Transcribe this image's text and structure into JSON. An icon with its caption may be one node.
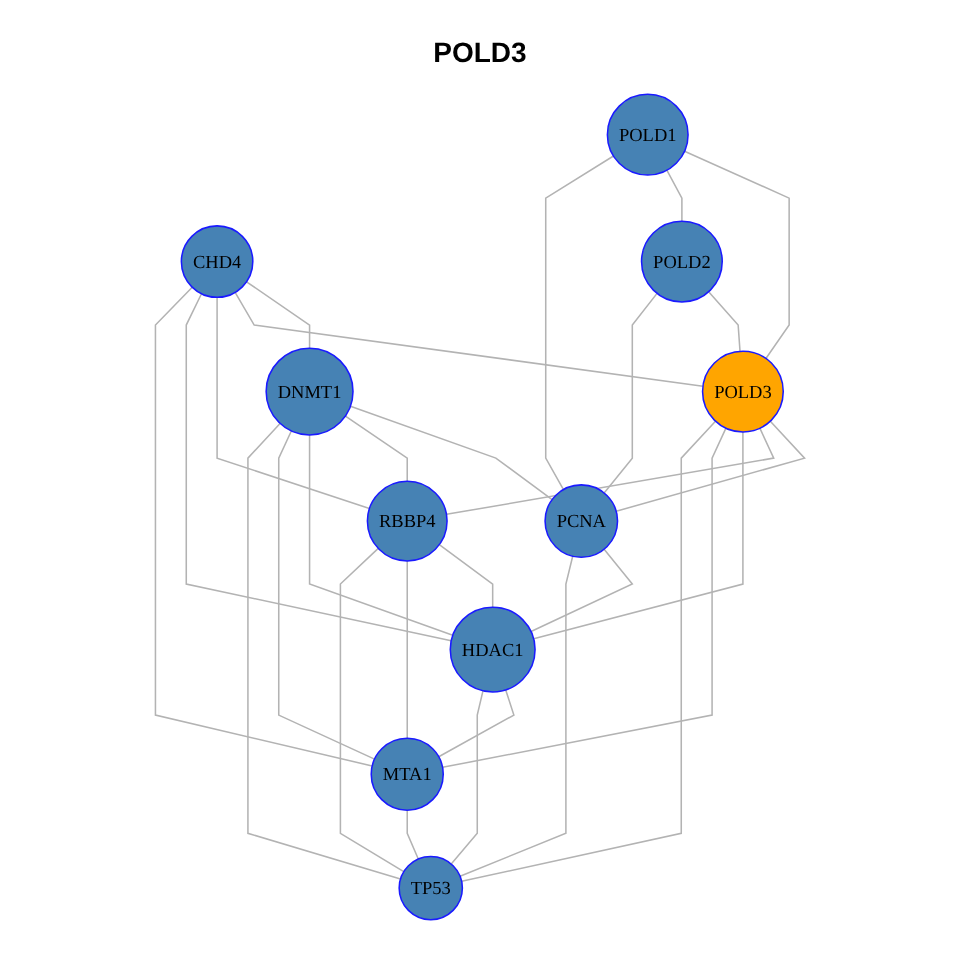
{
  "diagram": {
    "title": "POLD3",
    "nodes": [
      {
        "text": [
          "POLD1"
        ]
      },
      {
        "text": [
          "CHD4"
        ]
      },
      {
        "text": [
          "POLD2"
        ]
      },
      {
        "text": [
          "DNMT1"
        ]
      },
      {
        "text": [
          "POLD3"
        ]
      },
      {
        "text": [
          "PCNA"
        ]
      },
      {
        "text": [
          "RBBP4"
        ]
      },
      {
        "text": [
          "HDAC1"
        ]
      },
      {
        "text": [
          "MTA1"
        ]
      },
      {
        "text": [
          "TP53"
        ]
      }
    ],
    "edges": [
      {
        "from": 0,
        "to": 4,
        "arrow": "none"
      },
      {
        "from": 0,
        "to": 2,
        "arrow": "none"
      },
      {
        "from": 0,
        "to": 5,
        "arrow": "none"
      },
      {
        "from": 1,
        "to": 3,
        "arrow": "none"
      },
      {
        "from": 1,
        "to": 4,
        "arrow": "none"
      },
      {
        "from": 1,
        "to": 6,
        "arrow": "none"
      },
      {
        "from": 1,
        "to": 7,
        "arrow": "none"
      },
      {
        "from": 1,
        "to": 8,
        "arrow": "none"
      },
      {
        "from": 2,
        "to": 4,
        "arrow": "none"
      },
      {
        "from": 2,
        "to": 5,
        "arrow": "none"
      },
      {
        "from": 3,
        "to": 5,
        "arrow": "none"
      },
      {
        "from": 3,
        "to": 6,
        "arrow": "none"
      },
      {
        "from": 3,
        "to": 7,
        "arrow": "none"
      },
      {
        "from": 3,
        "to": 8,
        "arrow": "none"
      },
      {
        "from": 3,
        "to": 9,
        "arrow": "none"
      },
      {
        "from": 4,
        "to": 5,
        "arrow": "none"
      },
      {
        "from": 4,
        "to": 6,
        "arrow": "none"
      },
      {
        "from": 4,
        "to": 7,
        "arrow": "none"
      },
      {
        "from": 4,
        "to": 8,
        "arrow": "none"
      },
      {
        "from": 4,
        "to": 9,
        "arrow": "none"
      },
      {
        "from": 5,
        "to": 7,
        "arrow": "none"
      },
      {
        "from": 5,
        "to": 9,
        "arrow": "none"
      },
      {
        "from": 6,
        "to": 7,
        "arrow": "none"
      },
      {
        "from": 6,
        "to": 8,
        "arrow": "none"
      },
      {
        "from": 6,
        "to": 9,
        "arrow": "none"
      },
      {
        "from": 7,
        "to": 8,
        "arrow": "none"
      },
      {
        "from": 7,
        "to": 9,
        "arrow": "none"
      },
      {
        "from": 8,
        "to": 9,
        "arrow": "none"
      }
    ]
  }
}
